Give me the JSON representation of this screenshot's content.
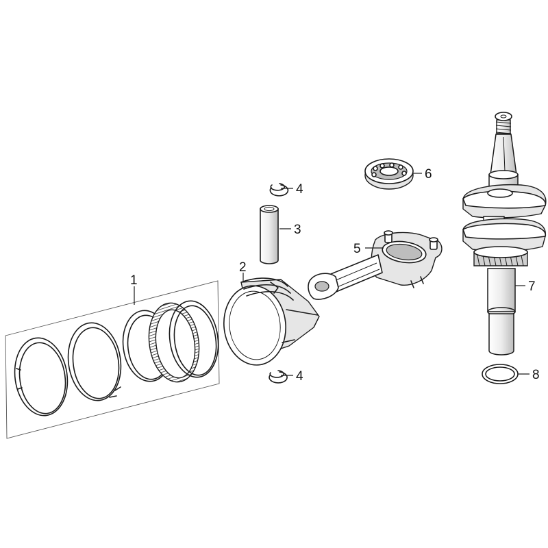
{
  "callouts": {
    "c1": "1",
    "c2": "2",
    "c3": "3",
    "c4_top": "4",
    "c4_bottom": "4",
    "c5": "5",
    "c6": "6",
    "c7": "7",
    "c8": "8"
  }
}
